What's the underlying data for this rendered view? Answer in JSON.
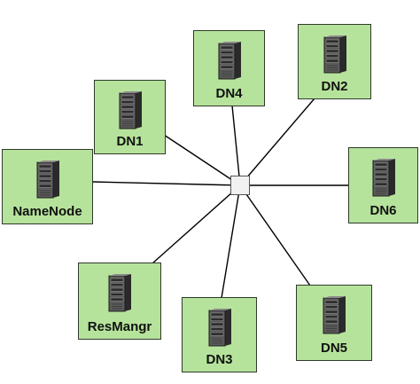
{
  "diagram": {
    "hub": {
      "icon": "network-switch-icon"
    },
    "server_icon": "server-tower-icon",
    "node_fill_color": "#b6e39b",
    "nodes": [
      {
        "id": "namenode",
        "label": "NameNode"
      },
      {
        "id": "dn1",
        "label": "DN1"
      },
      {
        "id": "dn4",
        "label": "DN4"
      },
      {
        "id": "dn2",
        "label": "DN2"
      },
      {
        "id": "dn6",
        "label": "DN6"
      },
      {
        "id": "resmangr",
        "label": "ResMangr"
      },
      {
        "id": "dn3",
        "label": "DN3"
      },
      {
        "id": "dn5",
        "label": "DN5"
      }
    ],
    "edges": [
      {
        "from": "hub",
        "to": "namenode"
      },
      {
        "from": "hub",
        "to": "dn1"
      },
      {
        "from": "hub",
        "to": "dn4"
      },
      {
        "from": "hub",
        "to": "dn2"
      },
      {
        "from": "hub",
        "to": "dn6"
      },
      {
        "from": "hub",
        "to": "resmangr"
      },
      {
        "from": "hub",
        "to": "dn3"
      },
      {
        "from": "hub",
        "to": "dn5"
      }
    ]
  }
}
